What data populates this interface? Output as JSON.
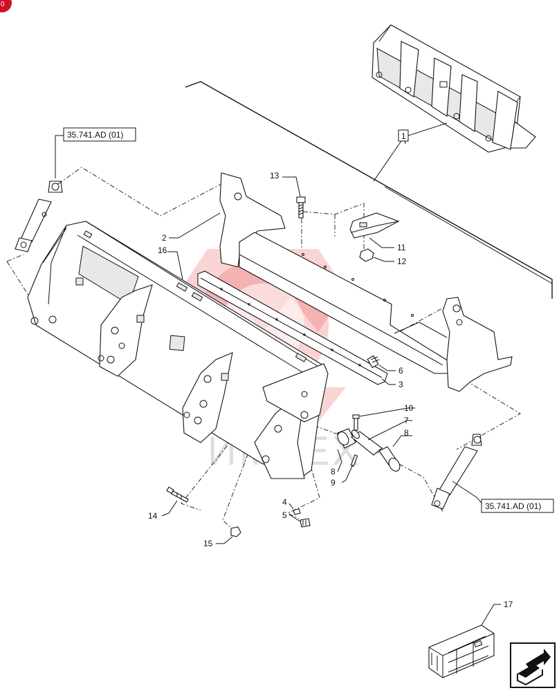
{
  "references": {
    "top_left": "35.741.AD (01)",
    "bottom_right": "35.741.AD (01)"
  },
  "assembly_callout": "1",
  "watermark_text": "ИМТЕХ",
  "callouts": {
    "c2": "2",
    "c3": "3",
    "c4": "4",
    "c5": "5",
    "c6": "6",
    "c7": "7",
    "c8a": "8",
    "c8b": "8",
    "c9": "9",
    "c10": "10",
    "c11": "11",
    "c12": "12",
    "c13": "13",
    "c14": "14",
    "c15": "15",
    "c16": "16",
    "c17": "17"
  },
  "colors": {
    "watermark": "#e23a3a",
    "badge": "#d0102a",
    "line": "#111111"
  },
  "icons": {
    "navigation": "arrow-box-icon",
    "corner": "badge-icon",
    "kit": "crate-icon"
  }
}
